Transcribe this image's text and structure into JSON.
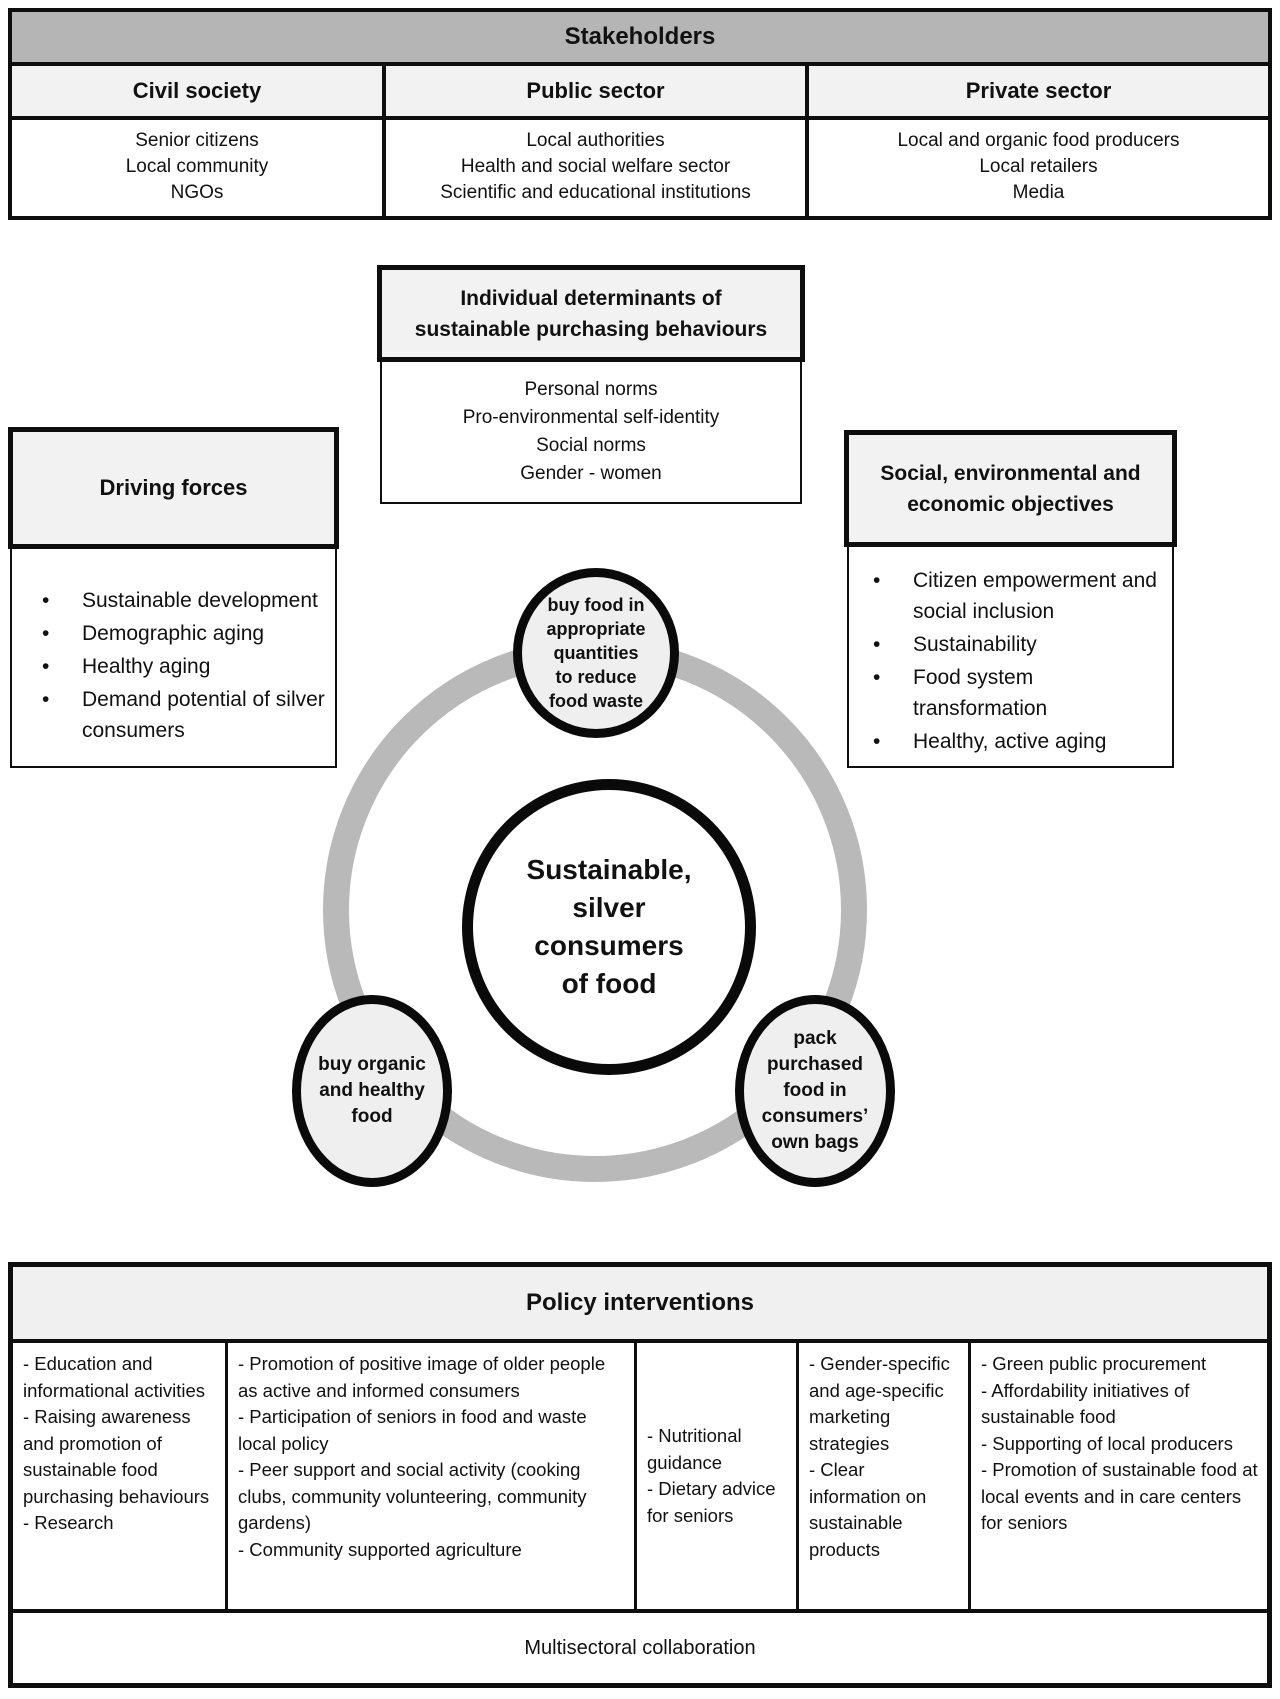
{
  "stakeholders": {
    "title": "Stakeholders",
    "groups": [
      {
        "name": "Civil society",
        "members": "Senior citizens\nLocal community\nNGOs"
      },
      {
        "name": "Public sector",
        "members": "Local authorities\nHealth and social welfare sector\nScientific and educational institutions"
      },
      {
        "name": "Private sector",
        "members": "Local and organic food producers\nLocal retailers\nMedia"
      }
    ]
  },
  "determinants": {
    "title": "Individual determinants of\nsustainable purchasing behaviours",
    "items": "Personal norms\nPro-environmental self-identity\nSocial norms\nGender - women"
  },
  "driving_forces": {
    "title": "Driving forces",
    "items": [
      "Sustainable development",
      "Demographic aging",
      "Healthy aging",
      "Demand potential of silver consumers"
    ]
  },
  "objectives": {
    "title": "Social, environmental and\neconomic objectives",
    "items": [
      "Citizen empowerment and social inclusion",
      "Sustainability",
      "Food system transformation",
      "Healthy, active aging"
    ]
  },
  "cycle": {
    "center": "Sustainable,\nsilver\nconsumers\nof food",
    "top": "buy food in\nappropriate\nquantities\nto reduce\nfood waste",
    "left": "buy organic\nand healthy\nfood",
    "right": "pack\npurchased\nfood in\nconsumers’\nown bags"
  },
  "policy": {
    "title": "Policy interventions",
    "columns": [
      "- Education and informational activities\n- Raising awareness and promotion of sustainable food purchasing behaviours\n- Research",
      "- Promotion of positive image of older people as active and informed consumers\n- Participation of seniors in food and waste local policy\n- Peer support and social activity (cooking clubs, community volunteering, community gardens)\n- Community supported agriculture",
      "- Nutritional guidance\n- Dietary advice for seniors",
      "- Gender-specific and age-specific marketing strategies\n- Clear information on sustainable products",
      "- Green public procurement\n- Affordability initiatives of sustainable food\n- Supporting of local producers\n- Promotion of sustainable food at local events and in care centers for seniors"
    ],
    "footer": "Multisectoral collaboration"
  },
  "colors": {
    "header_gray": "#b5b5b5",
    "light_gray": "#f2f2f2",
    "ring_gray": "#b9b9b9",
    "border_black": "#0e0e0e"
  }
}
